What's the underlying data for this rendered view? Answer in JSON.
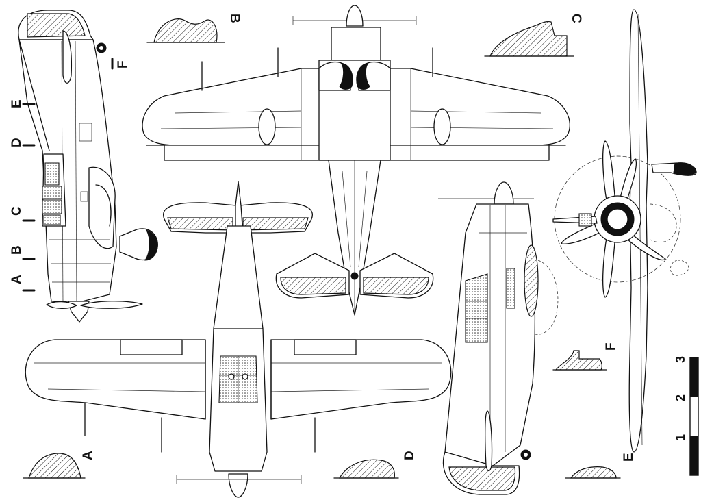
{
  "section_labels": {
    "a": "A",
    "b": "B",
    "c": "C",
    "d": "D",
    "e": "E",
    "f": "F"
  },
  "scale_bar": {
    "labels": [
      "1",
      "2",
      "3"
    ]
  },
  "colors": {
    "line": "#111111",
    "background": "#ffffff"
  }
}
